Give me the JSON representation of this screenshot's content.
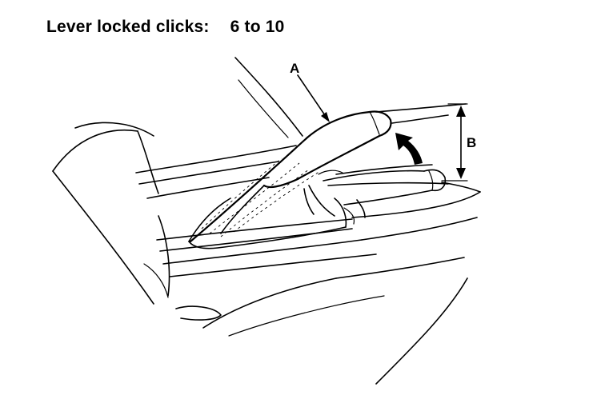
{
  "spec": {
    "label": "Lever locked clicks:",
    "value": "6 to 10"
  },
  "callouts": {
    "a": "A",
    "b": "B"
  },
  "colors": {
    "line": "#000000",
    "background": "#ffffff"
  }
}
